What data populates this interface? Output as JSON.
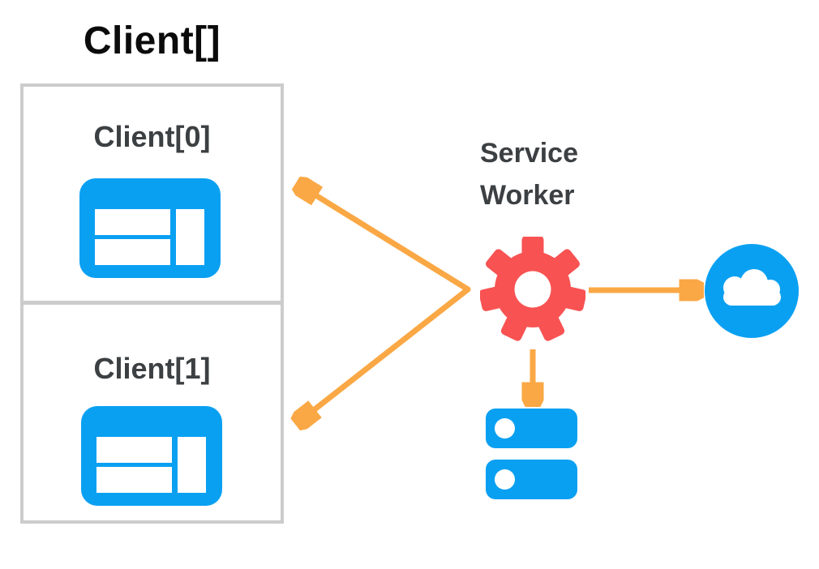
{
  "title": "Client[]",
  "clients": [
    {
      "label": "Client[0]",
      "icon": "browser-window-icon"
    },
    {
      "label": "Client[1]",
      "icon": "browser-window-icon"
    }
  ],
  "service_worker": {
    "line1": "Service",
    "line2": "Worker",
    "icon": "gear-icon"
  },
  "network": {
    "icon": "cloud-icon"
  },
  "storage": {
    "icon": "storage-database-icon"
  },
  "connections": [
    {
      "from": "service-worker",
      "to": "client-0",
      "arrowhead_at": "client-0"
    },
    {
      "from": "service-worker",
      "to": "client-1",
      "arrowhead_at": "client-1"
    },
    {
      "from": "service-worker",
      "to": "network-cloud",
      "arrowhead_at": "network-cloud"
    },
    {
      "from": "service-worker",
      "to": "storage",
      "arrowhead_at": "storage"
    }
  ],
  "colors": {
    "blue": "#0aa0f2",
    "red": "#f85252",
    "orange": "#faa845",
    "text_dark": "#3c4043",
    "border_gray": "#cccccc",
    "title_black": "#0b0b0b"
  }
}
